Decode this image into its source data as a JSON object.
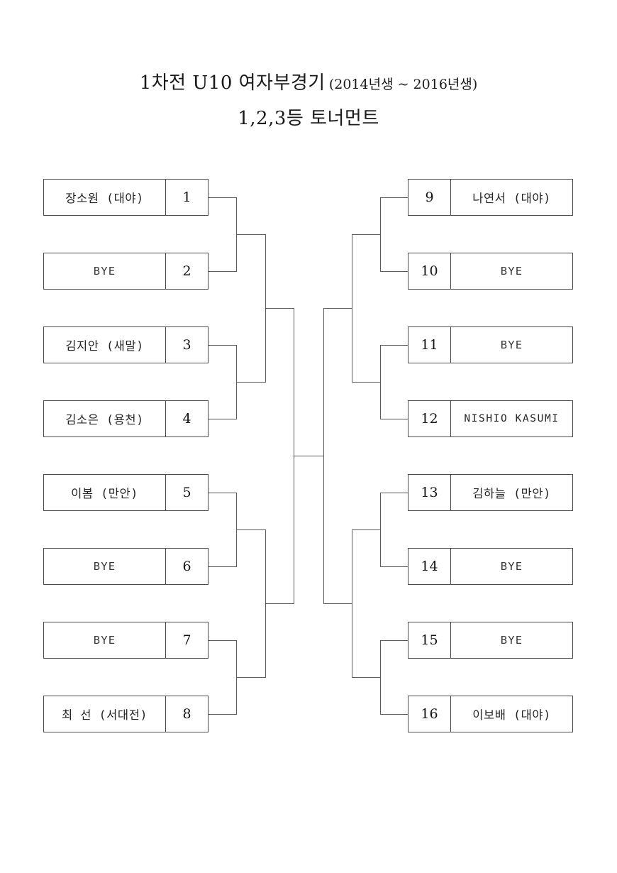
{
  "title": {
    "line1_main": "1차전  U10 여자부경기",
    "line1_sub": "(2014년생 ~ 2016년생)",
    "line2": "1,2,3등 토너먼트"
  },
  "colors": {
    "border": "#4a4a4a",
    "line": "#5b5b5b",
    "text": "#242424",
    "background": "#ffffff"
  },
  "bracket": {
    "bye_label": "BYE",
    "left_slots": [
      {
        "number": "1",
        "name": "장소원 (대야)",
        "kind": "player"
      },
      {
        "number": "2",
        "name": "BYE",
        "kind": "bye"
      },
      {
        "number": "3",
        "name": "김지안 (새말)",
        "kind": "player"
      },
      {
        "number": "4",
        "name": "김소은 (용천)",
        "kind": "player"
      },
      {
        "number": "5",
        "name": "이봄 (만안)",
        "kind": "player"
      },
      {
        "number": "6",
        "name": "BYE",
        "kind": "bye"
      },
      {
        "number": "7",
        "name": "BYE",
        "kind": "bye"
      },
      {
        "number": "8",
        "name": "최 선 (서대전)",
        "kind": "player"
      }
    ],
    "right_slots": [
      {
        "number": "9",
        "name": "나연서 (대야)",
        "kind": "player"
      },
      {
        "number": "10",
        "name": "BYE",
        "kind": "bye"
      },
      {
        "number": "11",
        "name": "BYE",
        "kind": "bye"
      },
      {
        "number": "12",
        "name": "NISHIO KASUMI",
        "kind": "latin"
      },
      {
        "number": "13",
        "name": "김하늘 (만안)",
        "kind": "player"
      },
      {
        "number": "14",
        "name": "BYE",
        "kind": "bye"
      },
      {
        "number": "15",
        "name": "BYE",
        "kind": "bye"
      },
      {
        "number": "16",
        "name": "이보배 (대야)",
        "kind": "player"
      }
    ]
  }
}
